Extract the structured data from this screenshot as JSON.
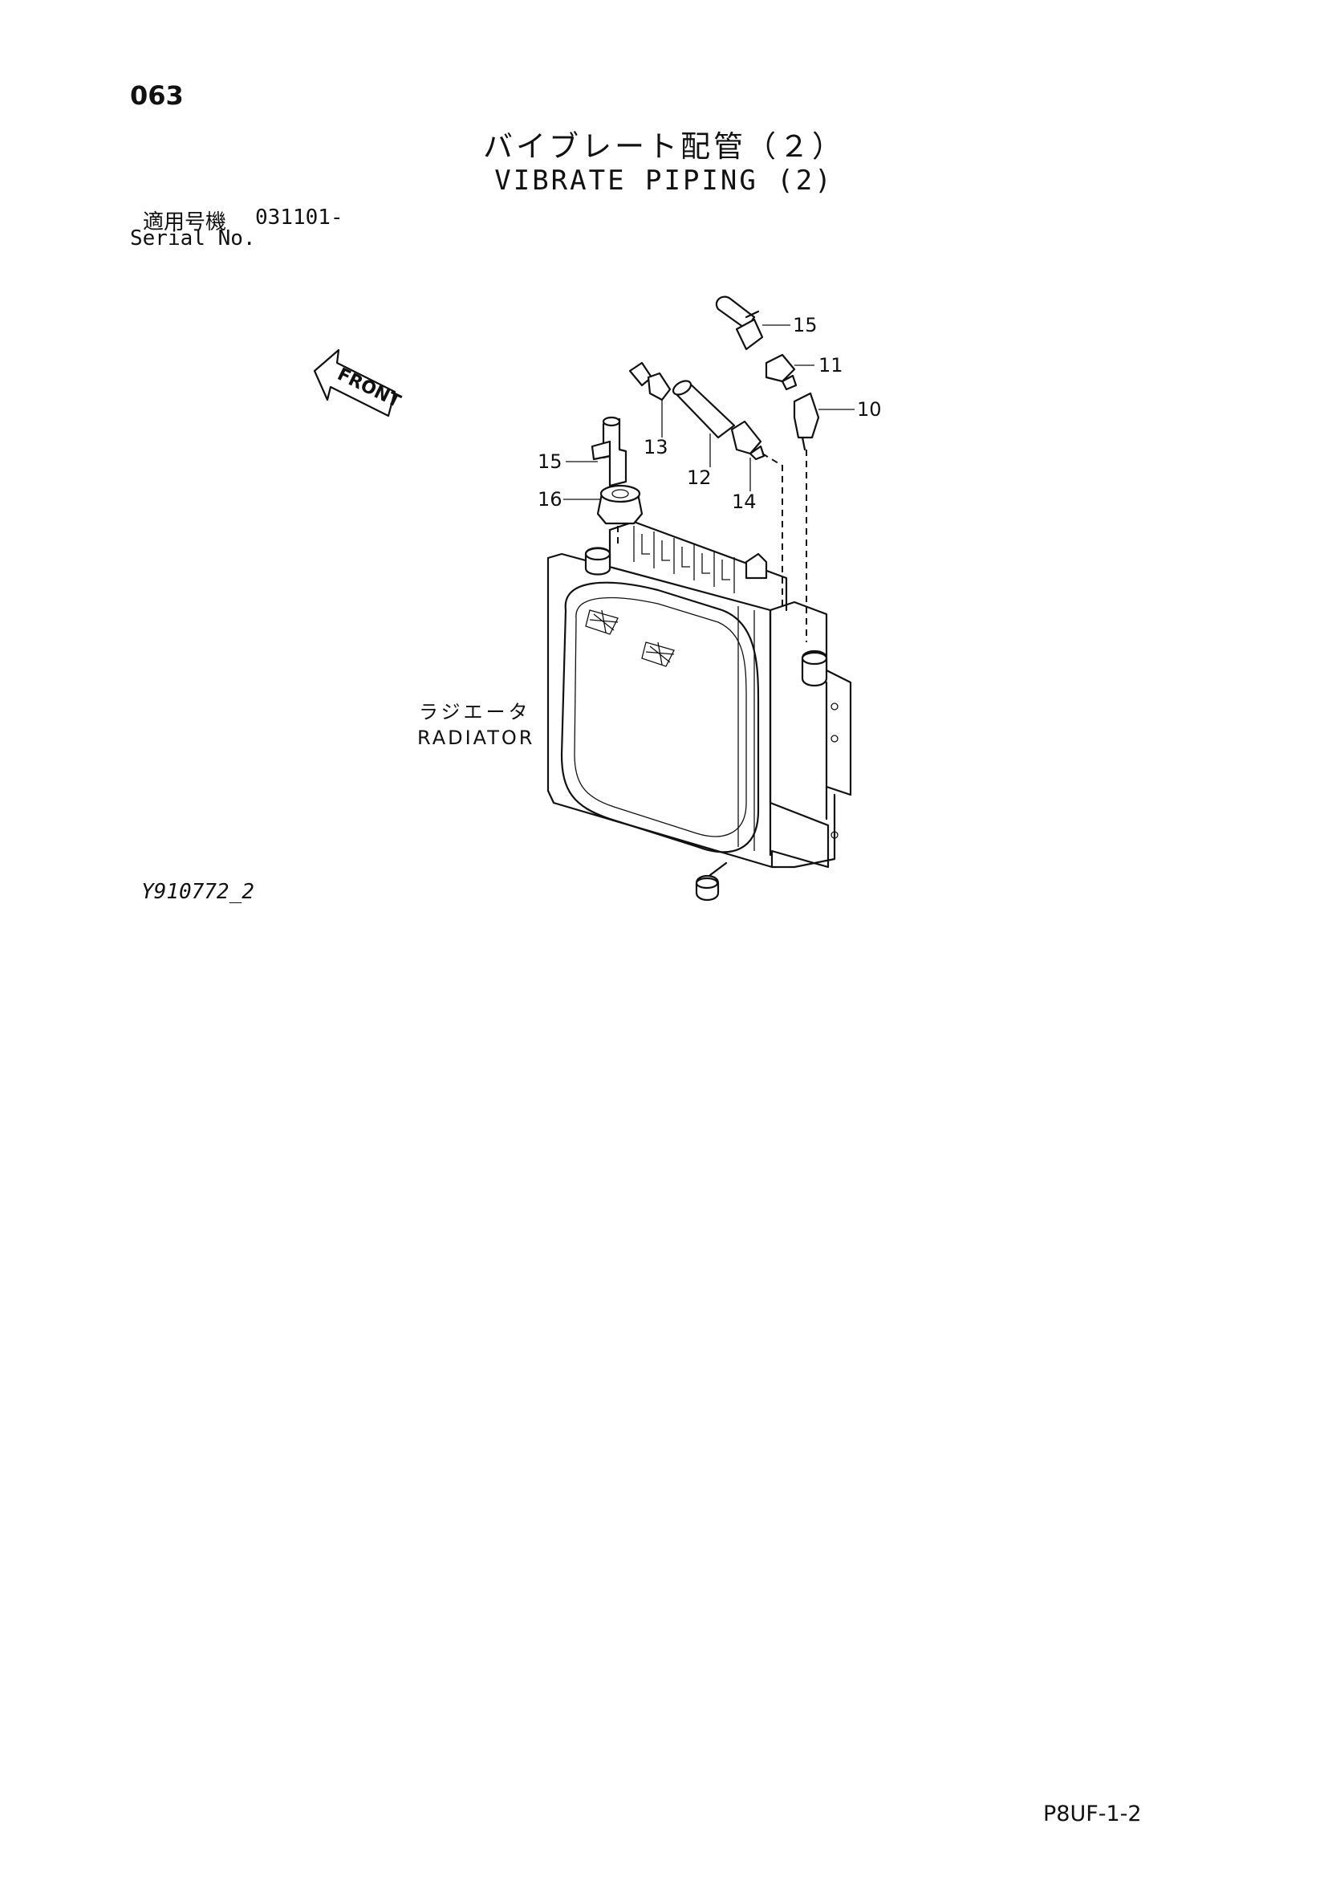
{
  "header": {
    "page_number": "063",
    "title_jp": "バイブレート配管（２）",
    "title_en": "VIBRATE PIPING (2)"
  },
  "serial": {
    "label_jp": "適用号機",
    "value": "031101-",
    "label_en": "Serial No."
  },
  "figure": {
    "front_label": "FRONT",
    "component_label_jp": "ラジエータ",
    "component_label_en": "RADIATOR",
    "callouts": [
      {
        "id": "15a",
        "number": "15"
      },
      {
        "id": "11",
        "number": "11"
      },
      {
        "id": "10",
        "number": "10"
      },
      {
        "id": "13",
        "number": "13"
      },
      {
        "id": "12",
        "number": "12"
      },
      {
        "id": "14",
        "number": "14"
      },
      {
        "id": "15b",
        "number": "15"
      },
      {
        "id": "16",
        "number": "16"
      }
    ],
    "figure_code": "Y910772_2"
  },
  "footer": {
    "page_code": "P8UF-1-2"
  }
}
